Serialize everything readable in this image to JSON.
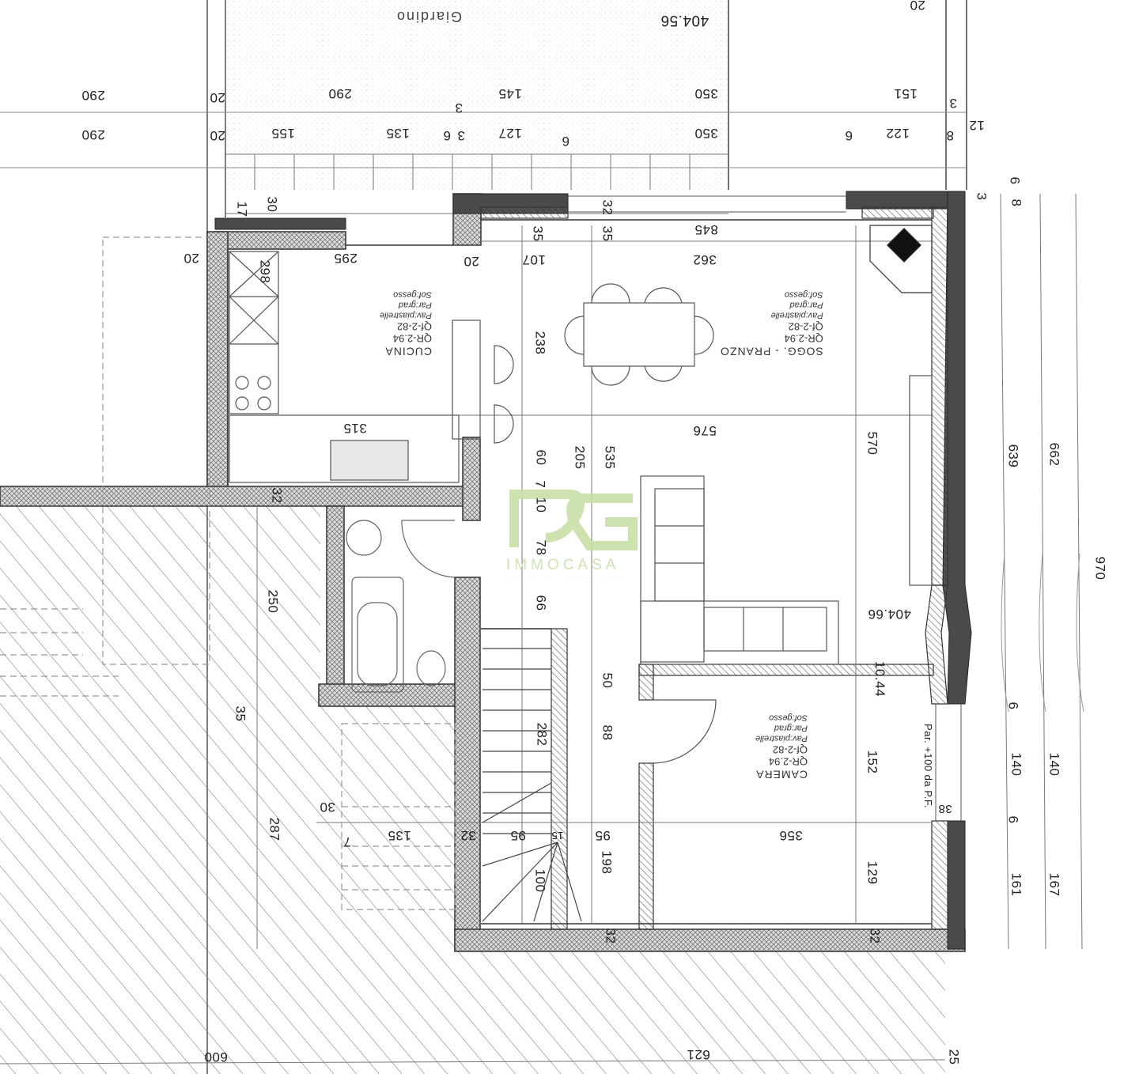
{
  "plan": {
    "orientation": "rotated 180°",
    "watermark": {
      "logo": "PG",
      "brand": "IMMOCASA",
      "color": "#b9d98f"
    },
    "areas": {
      "garden": "Giardino",
      "garden_level": "404.56",
      "living_level": "404.66",
      "floor_offset": "10.44"
    },
    "rooms": [
      {
        "name": "CUCINA",
        "lines": [
          "QR-2.94",
          "Qf-2-82",
          "Pav:piastrelle",
          "Par:grad",
          "Sof:gesso"
        ]
      },
      {
        "name": "SOGG. - PRANZO",
        "lines": [
          "QR-2.94",
          "Qf-2-82",
          "Pav:piastrelle",
          "Par:grad",
          "Sof:gesso"
        ]
      },
      {
        "name": "CAMERA",
        "lines": [
          "QR-2.94",
          "Qf-2-82",
          "Pav:piastrelle",
          "Par:grad",
          "Sof:gesso"
        ]
      }
    ],
    "window_note": "Par. +100 da P.F.",
    "dimensions": {
      "top_row_1": [
        "290",
        "20",
        "290",
        "3",
        "145",
        "350",
        "151",
        "3"
      ],
      "top_row_2": [
        "290",
        "20",
        "155",
        "135",
        "3",
        "6",
        "127",
        "6",
        "350",
        "6",
        "122",
        "8",
        "12"
      ],
      "kitchen": [
        "17",
        "30",
        "20",
        "295",
        "20",
        "298",
        "107",
        "35",
        "238",
        "315",
        "32"
      ],
      "living": [
        "32",
        "35",
        "845",
        "362",
        "576",
        "570",
        "535",
        "205",
        "60",
        "7",
        "10",
        "78",
        "66",
        "32"
      ],
      "stairs": [
        "282",
        "50",
        "88",
        "95",
        "198",
        "95",
        "15",
        "32",
        "100",
        "135",
        "7",
        "30"
      ],
      "bedroom": [
        "152",
        "356",
        "38",
        "129",
        "32",
        "32"
      ],
      "right_column_1": [
        "3",
        "639",
        "6",
        "140",
        "6",
        "161"
      ],
      "right_column_2": [
        "6",
        "8",
        "662",
        "140",
        "167"
      ],
      "right_column_3": [
        "970"
      ],
      "left": [
        "20",
        "250",
        "35",
        "287"
      ],
      "bottom": [
        "600",
        "621",
        "25"
      ]
    }
  }
}
